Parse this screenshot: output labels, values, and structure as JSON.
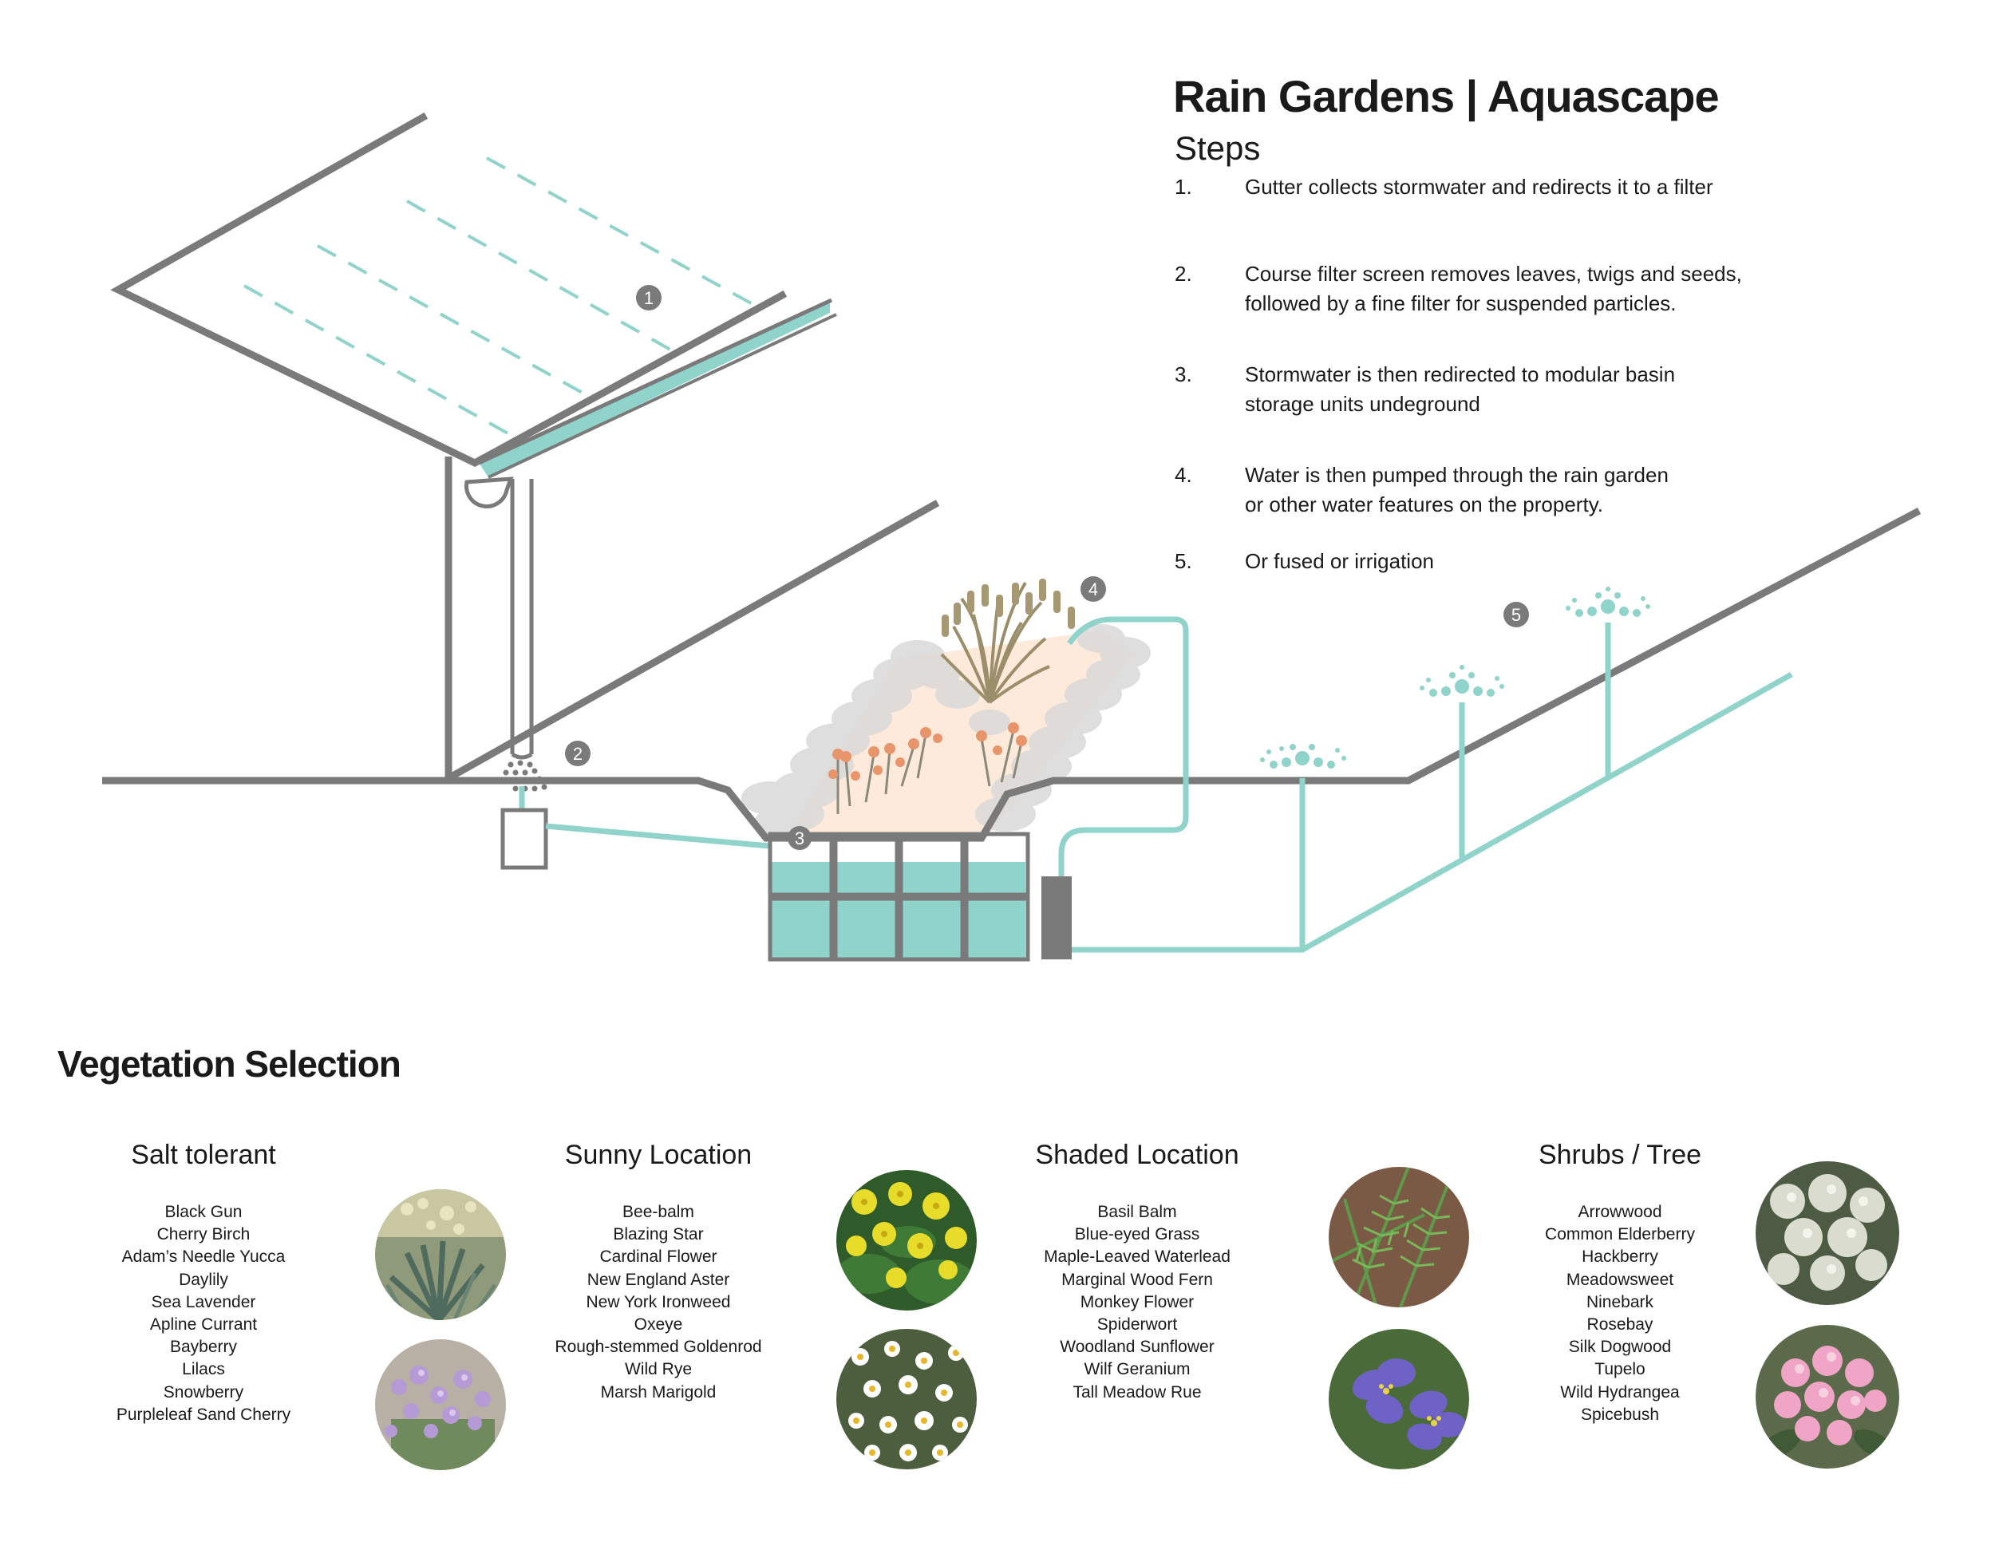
{
  "title": "Rain Gardens | Aquascape",
  "steps_heading": "Steps",
  "steps": [
    {
      "num": "1.",
      "lines": [
        "Gutter collects stormwater and redirects it to a filter"
      ]
    },
    {
      "num": "2.",
      "lines": [
        "Course filter screen removes leaves, twigs and seeds,",
        "followed by a fine filter for suspended particles."
      ]
    },
    {
      "num": "3.",
      "lines": [
        "Stormwater is then redirected to modular basin",
        "storage units undeground"
      ]
    },
    {
      "num": "4.",
      "lines": [
        "Water is then pumped through the rain garden",
        "or other water features on the property."
      ]
    },
    {
      "num": "5.",
      "lines": [
        "Or fused or irrigation"
      ]
    }
  ],
  "diagram_markers": [
    "1",
    "2",
    "3",
    "4",
    "5"
  ],
  "colors": {
    "line_gray": "#7a7a7a",
    "water_teal": "#8fd3ca",
    "garden_peach": "#fdeadb",
    "flower_orange": "#e8956b",
    "reed_olive": "#9a8f6a"
  },
  "vegetation": {
    "title": "Vegetation Selection",
    "columns": [
      {
        "heading": "Salt tolerant",
        "plants": [
          "Black Gun",
          "Cherry Birch",
          "Adam’s Needle Yucca",
          "Daylily",
          "Sea Lavender",
          "Apline Currant",
          "Bayberry",
          "Lilacs",
          "Snowberry",
          "Purpleleaf Sand Cherry"
        ],
        "photos": [
          "yucca-plant-photo",
          "sea-lavender-photo"
        ]
      },
      {
        "heading": "Sunny Location",
        "plants": [
          "Bee-balm",
          "Blazing Star",
          "Cardinal Flower",
          "New England Aster",
          "New York Ironweed",
          "Oxeye",
          "Rough-stemmed Goldenrod",
          "Wild Rye",
          "Marsh Marigold"
        ],
        "photos": [
          "marsh-marigold-photo",
          "oxeye-daisy-photo"
        ]
      },
      {
        "heading": "Shaded Location",
        "plants": [
          "Basil Balm",
          "Blue-eyed Grass",
          "Maple-Leaved Waterlead",
          "Marginal Wood Fern",
          "Monkey Flower",
          "Spiderwort",
          "Woodland Sunflower",
          "Wilf Geranium",
          "Tall Meadow Rue"
        ],
        "photos": [
          "wood-fern-photo",
          "spiderwort-photo"
        ]
      },
      {
        "heading": "Shrubs / Tree",
        "plants": [
          "Arrowwood",
          "Common Elderberry",
          "Hackberry",
          "Meadowsweet",
          "Ninebark",
          "Rosebay",
          "Silk Dogwood",
          "Tupelo",
          "Wild Hydrangea",
          "Spicebush"
        ],
        "photos": [
          "elderberry-photo",
          "rosebay-photo"
        ]
      }
    ]
  }
}
